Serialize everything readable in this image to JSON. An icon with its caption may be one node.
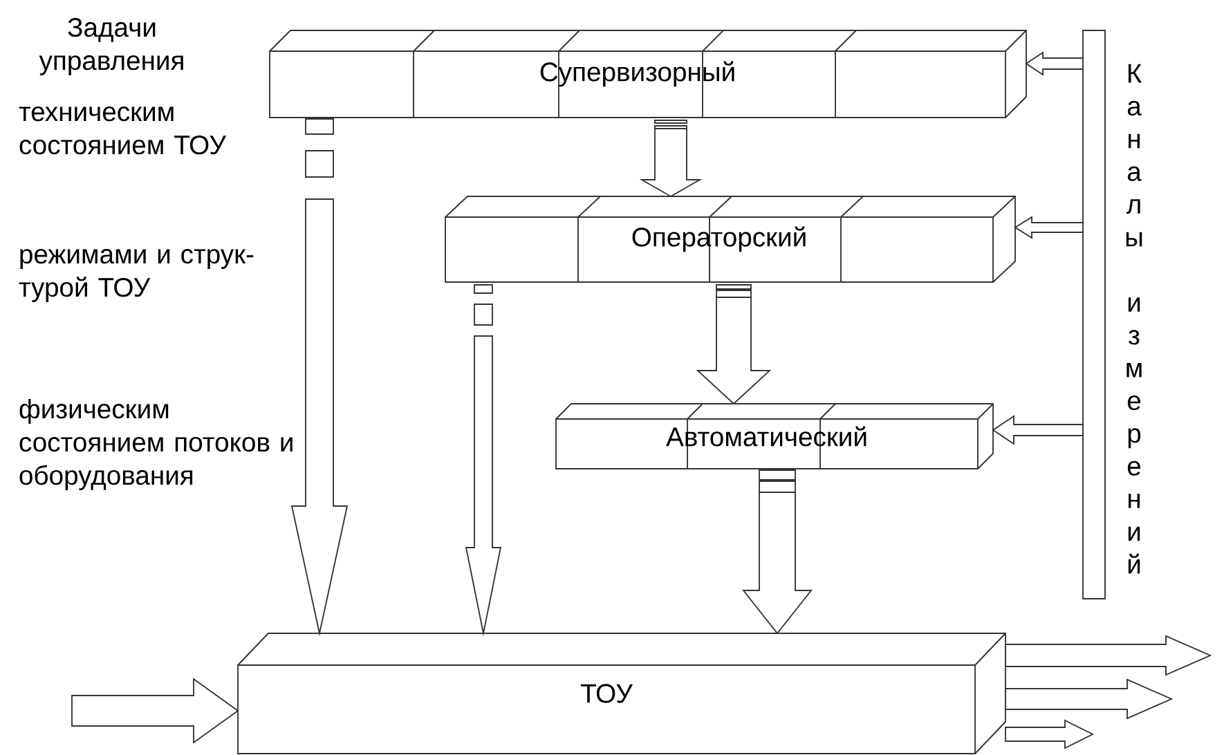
{
  "diagram": {
    "nodes": [
      {
        "text": [
          "Супервизорный"
        ]
      },
      {
        "text": [
          "Операторский"
        ]
      },
      {
        "text": [
          "Автоматический"
        ]
      },
      {
        "text": [
          "ТОУ"
        ]
      },
      {
        "text": [],
        "shape": "bar",
        "beside": [
          "Каналы измерений"
        ]
      }
    ],
    "edges": [
      {
        "from": 0,
        "to": 3,
        "arrow": "to"
      },
      {
        "from": 1,
        "to": 3,
        "arrow": "to"
      },
      {
        "from": 2,
        "to": 3,
        "arrow": "to"
      },
      {
        "from": 0,
        "to": 1,
        "arrow": "to"
      },
      {
        "from": 1,
        "to": 2,
        "arrow": "to"
      },
      {
        "from": 4,
        "to": 0,
        "arrow": "to"
      },
      {
        "from": 4,
        "to": 1,
        "arrow": "to"
      },
      {
        "from": 4,
        "to": 2,
        "arrow": "to"
      },
      {
        "from": null,
        "to": 3,
        "arrow": "to"
      },
      {
        "from": 3,
        "to": null,
        "arrow": "to"
      },
      {
        "from": 3,
        "to": null,
        "arrow": "to"
      },
      {
        "from": 3,
        "to": null,
        "arrow": "to"
      }
    ],
    "labels": [
      "Задачи управления",
      "техническим состоянием ТОУ",
      "режимами и струк- турой ТОУ",
      "физическим состоянием потоков и оборудования"
    ]
  }
}
